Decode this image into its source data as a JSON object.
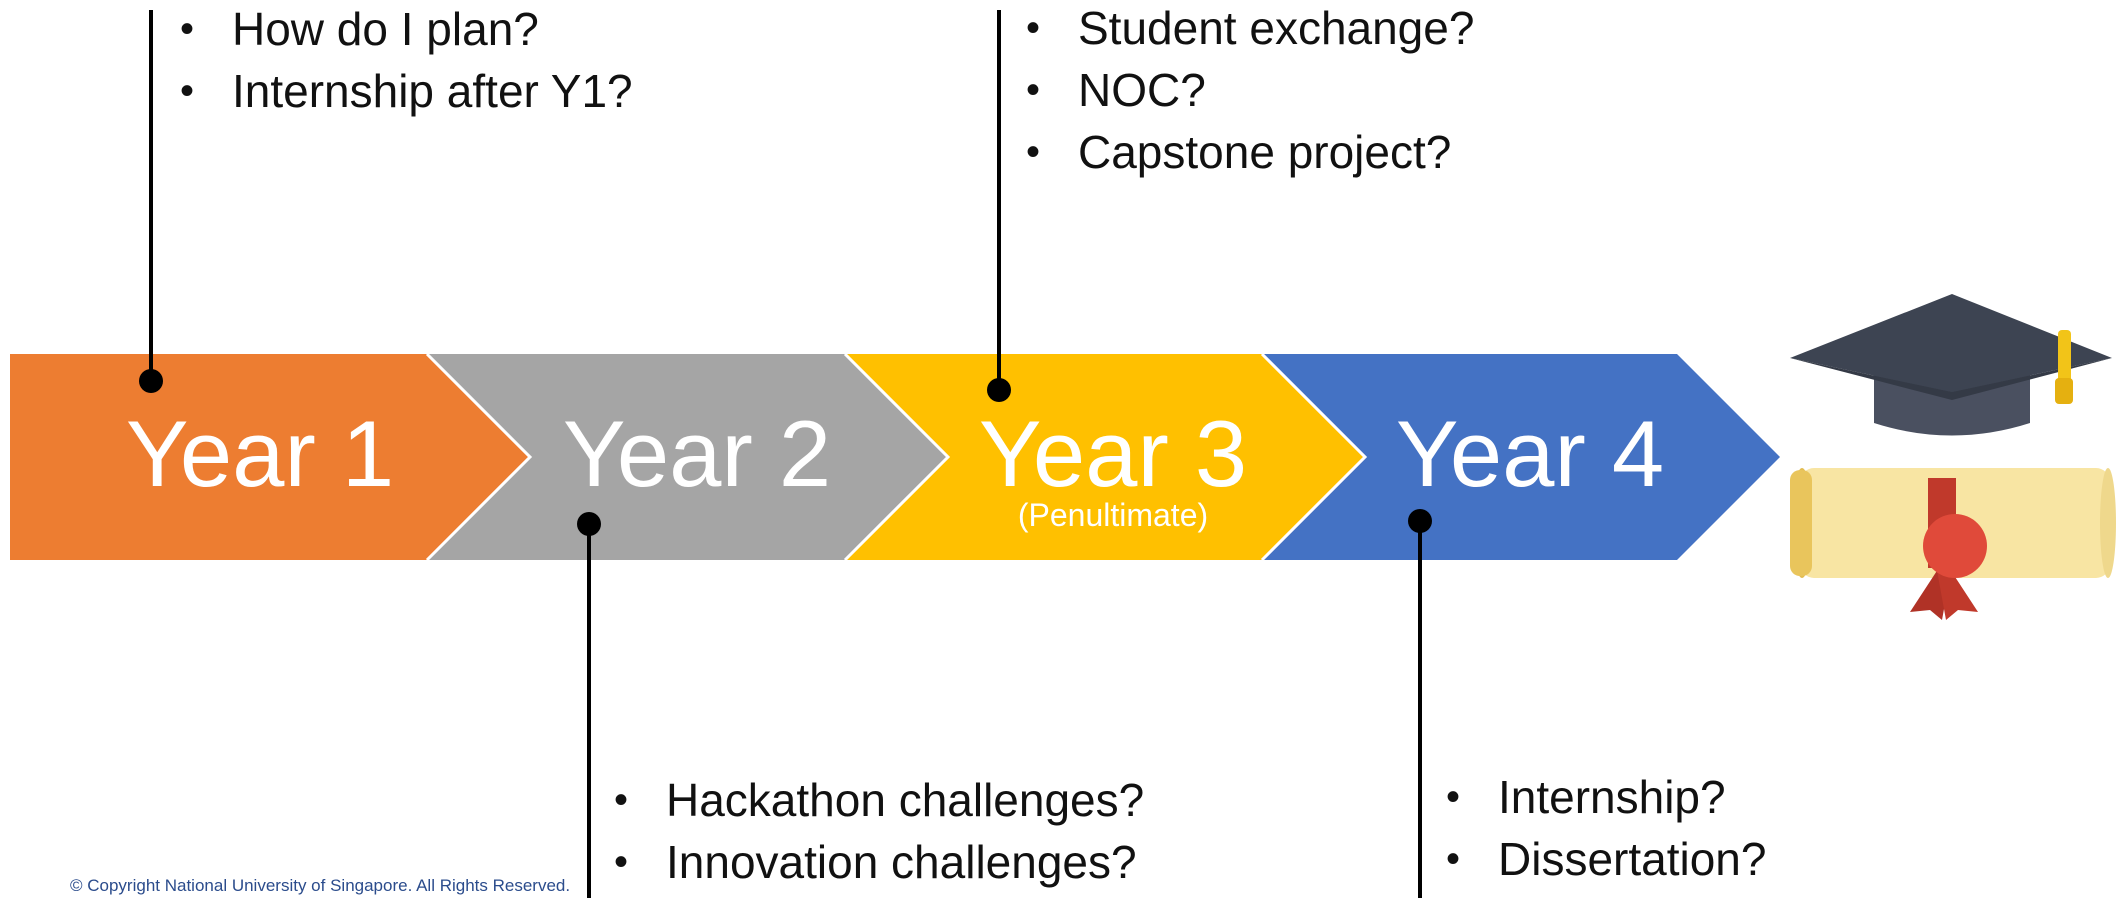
{
  "years": [
    {
      "label": "Year 1",
      "sublabel": "",
      "color": "#ED7D31"
    },
    {
      "label": "Year 2",
      "sublabel": "",
      "color": "#A5A5A5"
    },
    {
      "label": "Year 3",
      "sublabel": "(Penultimate)",
      "color": "#FFC000"
    },
    {
      "label": "Year 4",
      "sublabel": "",
      "color": "#4472C4"
    }
  ],
  "callouts": {
    "year1": [
      "How do I plan?",
      "Internship after Y1?"
    ],
    "year2": [
      "Hackathon challenges?",
      "Innovation challenges?"
    ],
    "year3": [
      "Student exchange?",
      "NOC?",
      "Capstone project?"
    ],
    "year4": [
      "Internship?",
      "Dissertation?"
    ]
  },
  "graduation_icon": "graduation-cap-and-diploma-icon",
  "copyright": "© Copyright National University of Singapore. All Rights Reserved.",
  "colors": {
    "connector": "#000000",
    "cap": "#3D4452",
    "tassel": "#F2C418",
    "diploma": "#F8E5A3",
    "ribbon": "#C0392B"
  }
}
